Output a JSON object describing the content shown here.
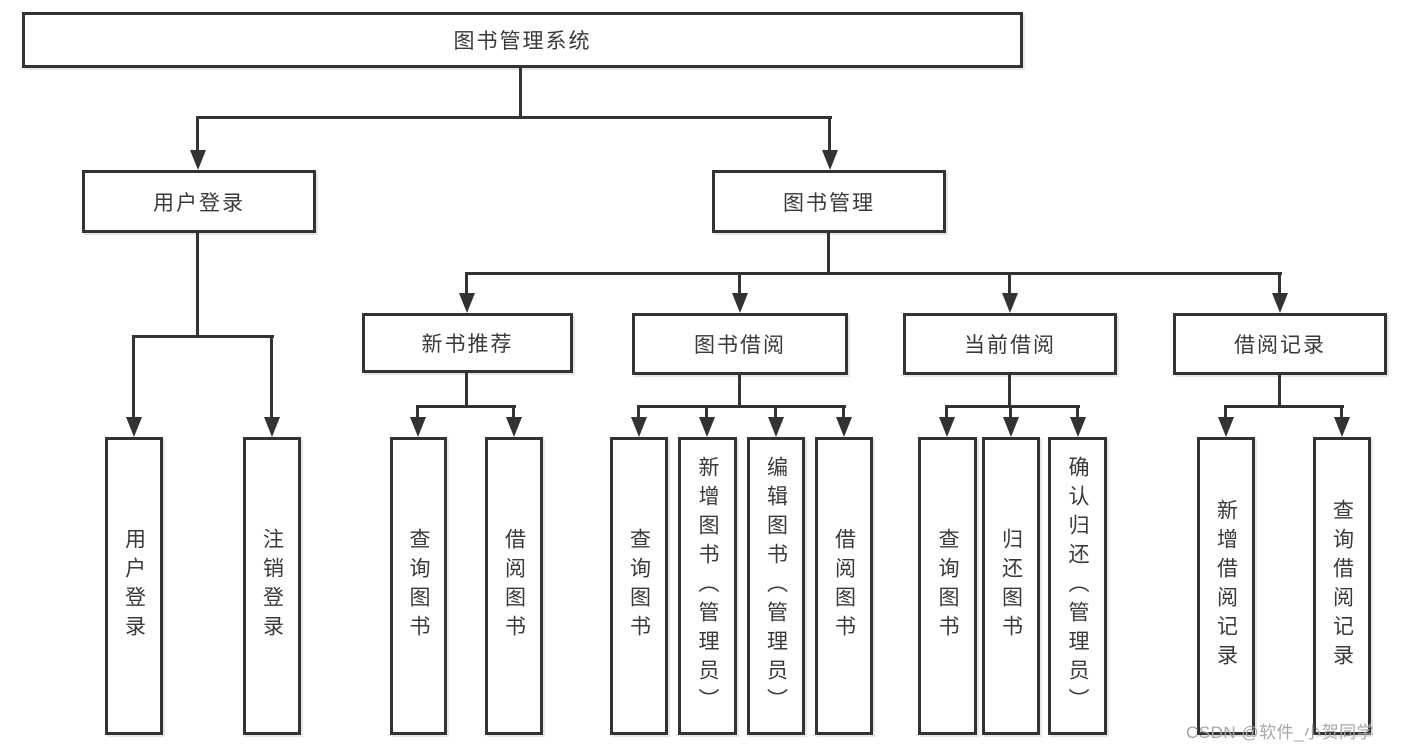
{
  "diagram": {
    "root": {
      "label": "图书管理系统"
    },
    "level2": {
      "user_login": {
        "label": "用户登录"
      },
      "book_management": {
        "label": "图书管理"
      }
    },
    "level3": {
      "new_book_recommend": {
        "label": "新书推荐"
      },
      "book_borrowing": {
        "label": "图书借阅"
      },
      "current_borrowing": {
        "label": "当前借阅"
      },
      "borrowing_records": {
        "label": "借阅记录"
      }
    },
    "leaves": {
      "user_login": "用户登录",
      "logout": "注销登录",
      "rec_query_books": "查询图书",
      "rec_borrow_books": "借阅图书",
      "bb_query_books": "查询图书",
      "bb_add_books_admin": "新增图书（管理员）",
      "bb_edit_books_admin": "编辑图书（管理员）",
      "bb_borrow_books": "借阅图书",
      "cb_query_books": "查询图书",
      "cb_return_books": "归还图书",
      "cb_confirm_return_admin": "确认归还（管理员）",
      "br_add_record": "新增借阅记录",
      "br_query_record": "查询借阅记录"
    }
  },
  "watermark": {
    "text": "CSDN @软件_小贺同学"
  },
  "colors": {
    "line": "#333333",
    "text": "#3a3a3a",
    "watermark": "#a3a7ab",
    "background": "#ffffff"
  }
}
